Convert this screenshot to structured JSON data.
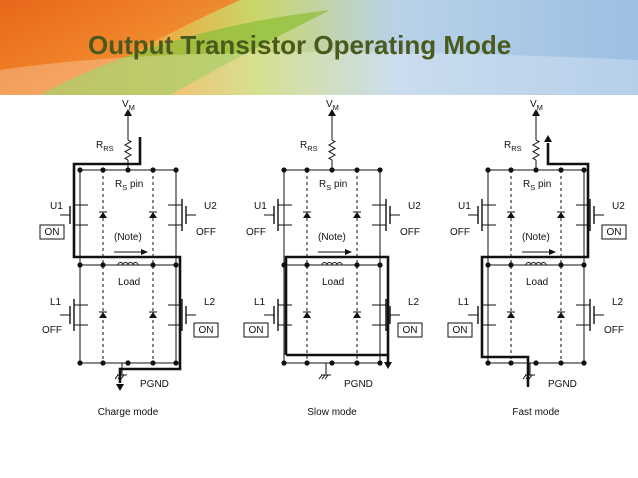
{
  "slide": {
    "title": "Output Transistor Operating Mode",
    "title_color": "#4a5a1c",
    "accent_colors": {
      "orange": "#f07a1c",
      "green": "#8fbf3a",
      "blue": "#9dbfe3"
    }
  },
  "diagram": {
    "supply_main": "V",
    "supply_sub": "M",
    "sense_resistor_main": "R",
    "sense_resistor_sub": "RS",
    "sense_pin_main": "R",
    "sense_pin_sub": "S",
    "sense_pin_suffix": " pin",
    "ground_label": "PGND",
    "note_label": "(Note)",
    "load_label": "Load",
    "transistors": {
      "upper_left": "U1",
      "upper_right": "U2",
      "lower_left": "L1",
      "lower_right": "L2"
    },
    "circuits": [
      {
        "caption": "Charge mode",
        "u1": "ON",
        "u2": "OFF",
        "l1": "OFF",
        "l2": "ON",
        "u1_boxed": true,
        "u2_boxed": false,
        "l1_boxed": false,
        "l2_boxed": true
      },
      {
        "caption": "Slow mode",
        "u1": "OFF",
        "u2": "OFF",
        "l1": "ON",
        "l2": "ON",
        "u1_boxed": false,
        "u2_boxed": false,
        "l1_boxed": true,
        "l2_boxed": true
      },
      {
        "caption": "Fast mode",
        "u1": "OFF",
        "u2": "ON",
        "l1": "ON",
        "l2": "OFF",
        "u1_boxed": false,
        "u2_boxed": true,
        "l1_boxed": true,
        "l2_boxed": false
      }
    ]
  }
}
